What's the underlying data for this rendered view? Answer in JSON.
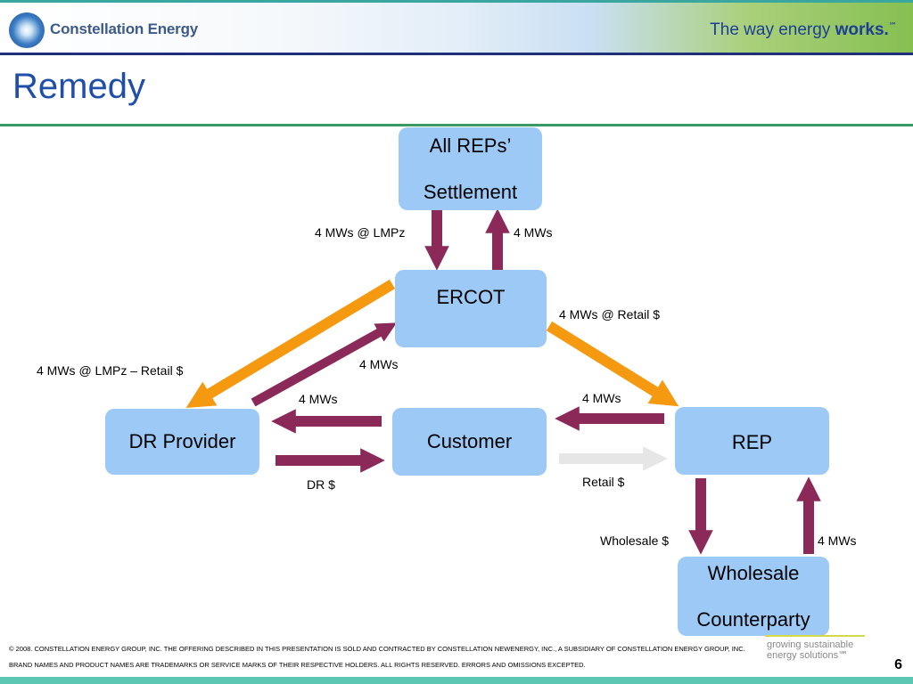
{
  "header": {
    "logo_text": "Constellation Energy",
    "tagline_prefix": "The way energy ",
    "tagline_bold": "works.",
    "tagline_mark": "℠"
  },
  "title": "Remedy",
  "boxes": {
    "all_reps_line1": "All REPs’",
    "all_reps_line2": "Settlement",
    "ercot": "ERCOT",
    "dr_provider": "DR Provider",
    "customer": "Customer",
    "rep": "REP",
    "wholesale_line1": "Wholesale",
    "wholesale_line2": "Counterparty"
  },
  "labels": {
    "ercot_down": "4 MWs @ LMPz",
    "ercot_up": "4 MWs",
    "ercot_to_rep": "4 MWs @ Retail $",
    "dr_to_ercot_diag": "4 MWs @ LMPz – Retail $",
    "dr_up_ercot": "4 MWs",
    "customer_to_dr": "4 MWs",
    "dr_to_customer": "DR $",
    "rep_to_customer": "4 MWs",
    "customer_to_rep": "Retail $",
    "rep_to_wholesale": "Wholesale $",
    "wholesale_to_rep": "4 MWs"
  },
  "colors": {
    "box_fill": "#9cc9f5",
    "flow_arrow": "#8b2a59",
    "orange_arrow": "#f59a10",
    "gray_arrow": "#e6e6e6",
    "title": "#1f4fa8"
  },
  "footer": {
    "copyright": "© 2008. CONSTELLATION ENERGY GROUP, INC. THE OFFERING DESCRIBED IN THIS PRESENTATION IS SOLD AND CONTRACTED BY CONSTELLATION NEWENERGY, INC., A SUBSIDIARY OF CONSTELLATION ENERGY GROUP, INC. BRAND NAMES AND PRODUCT NAMES ARE TRADEMARKS OR SERVICE MARKS OF THEIR RESPECTIVE HOLDERS. ALL RIGHTS RESERVED. ERRORS AND OMISSIONS EXCEPTED.",
    "slogan_line1": "growing sustainable",
    "slogan_line2": "energy solutions℠",
    "page_number": "6"
  }
}
